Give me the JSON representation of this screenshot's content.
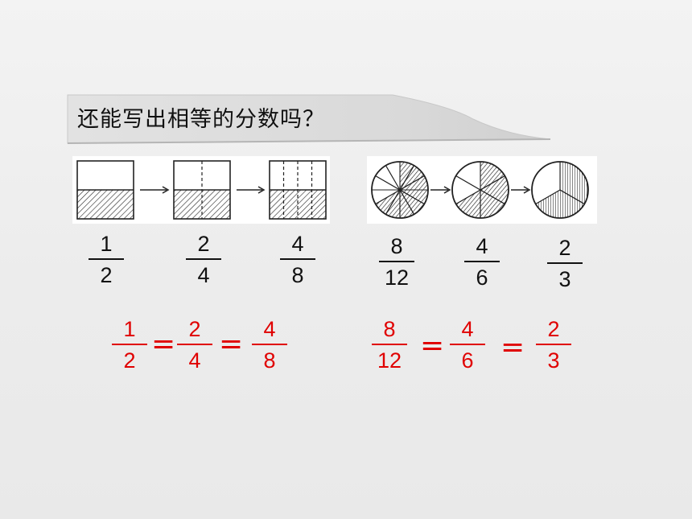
{
  "title": "还能写出相等的分数吗？",
  "accent_red": "#e00000",
  "equals_sign": "=",
  "rect_fractions": [
    {
      "num": "1",
      "den": "2"
    },
    {
      "num": "2",
      "den": "4"
    },
    {
      "num": "4",
      "den": "8"
    }
  ],
  "circle_fractions": [
    {
      "num": "8",
      "den": "12"
    },
    {
      "num": "4",
      "den": "6"
    },
    {
      "num": "2",
      "den": "3"
    }
  ],
  "equation_left": [
    {
      "num": "1",
      "den": "2"
    },
    {
      "num": "2",
      "den": "4"
    },
    {
      "num": "4",
      "den": "8"
    }
  ],
  "equation_right": [
    {
      "num": "8",
      "den": "12"
    },
    {
      "num": "4",
      "den": "6"
    },
    {
      "num": "2",
      "den": "3"
    }
  ],
  "figures": {
    "rectangles": [
      {
        "parts": 2,
        "shaded": 1
      },
      {
        "parts": 4,
        "shaded": 2
      },
      {
        "parts": 8,
        "shaded": 4
      }
    ],
    "circles": [
      {
        "parts": 12,
        "shaded": 8
      },
      {
        "parts": 6,
        "shaded": 4
      },
      {
        "parts": 3,
        "shaded": 2
      }
    ]
  }
}
